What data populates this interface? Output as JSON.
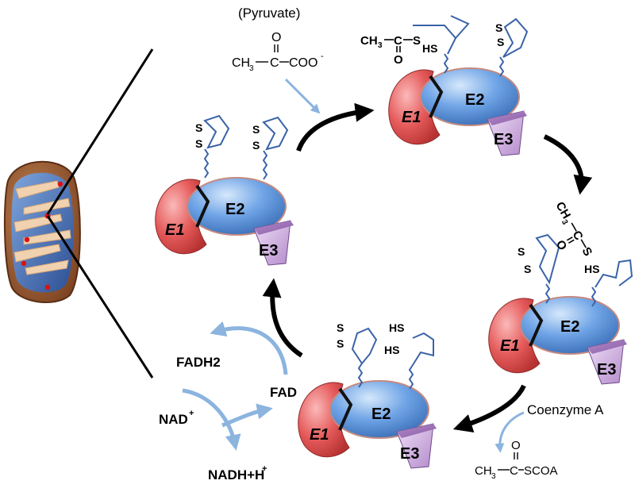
{
  "molecules": {
    "pyruvate_name": "(Pyruvate)",
    "pyruvate_o": "O",
    "pyruvate_ch3": "CH",
    "pyruvate_sub3": "3",
    "pyruvate_c": "C",
    "pyruvate_coo": "COO",
    "pyruvate_charge": "-",
    "acetyl_ch3": "CH",
    "acetyl_sub3": "3",
    "acetyl_c": "C",
    "acetyl_s": "S",
    "acetyl_o": "O",
    "coa": "Coenzyme A",
    "acetylcoa_o": "O",
    "acetylcoa_ch3": "CH",
    "acetylcoa_sub3": "3",
    "acetylcoa_c": "C",
    "acetylcoa_scoa": "SCOA",
    "fadh2": "FADH2",
    "fad": "FAD",
    "nad": "NAD",
    "nad_plus": "+",
    "nadh": "NADH+H",
    "nadh_plus": "+"
  },
  "enzymes": {
    "e1": "E1",
    "e2": "E2",
    "e3": "E3"
  },
  "groups": {
    "s": "S",
    "hs": "HS"
  },
  "colors": {
    "e1": "#e2595a",
    "e2": "#6ea4e4",
    "e3": "#c6a3d9",
    "flow": "#000000",
    "side_flow": "#8bb4df",
    "mito_outer": "#9b5a2c",
    "mito_matrix": "#4a74b8",
    "mito_cristae": "#f0d2b0",
    "dots": "#dd1111"
  }
}
